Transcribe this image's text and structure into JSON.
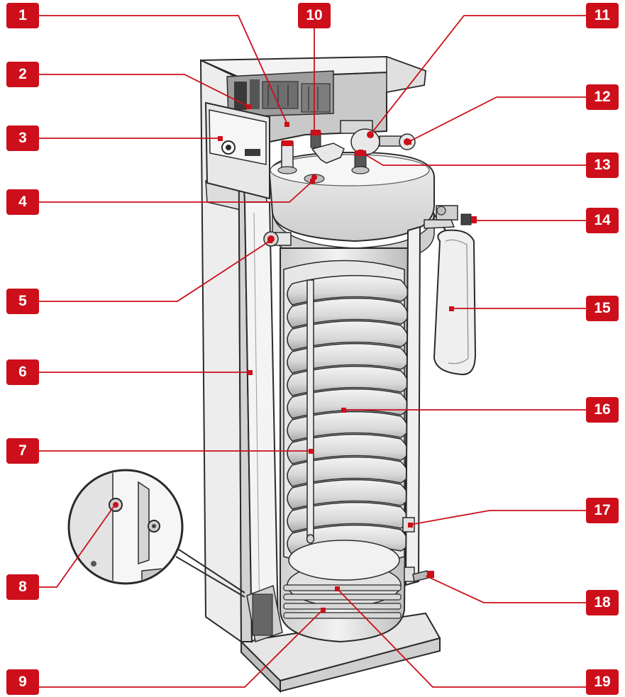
{
  "callouts": [
    {
      "number": "1"
    },
    {
      "number": "2"
    },
    {
      "number": "3"
    },
    {
      "number": "4"
    },
    {
      "number": "5"
    },
    {
      "number": "6"
    },
    {
      "number": "7"
    },
    {
      "number": "8"
    },
    {
      "number": "9"
    },
    {
      "number": "10"
    },
    {
      "number": "11"
    },
    {
      "number": "12"
    },
    {
      "number": "13"
    },
    {
      "number": "14"
    },
    {
      "number": "15"
    },
    {
      "number": "16"
    },
    {
      "number": "17"
    },
    {
      "number": "18"
    },
    {
      "number": "19"
    }
  ],
  "colors": {
    "accent": "#cc0f1a",
    "line": "#cc0f1a",
    "outline": "#2a2a2a",
    "panel": "#d9d9d9",
    "panel_light": "#ececec",
    "tank": "#e4e4e4"
  },
  "icons": [
    "water-heater-illustration",
    "magnifier-detail-icon"
  ]
}
